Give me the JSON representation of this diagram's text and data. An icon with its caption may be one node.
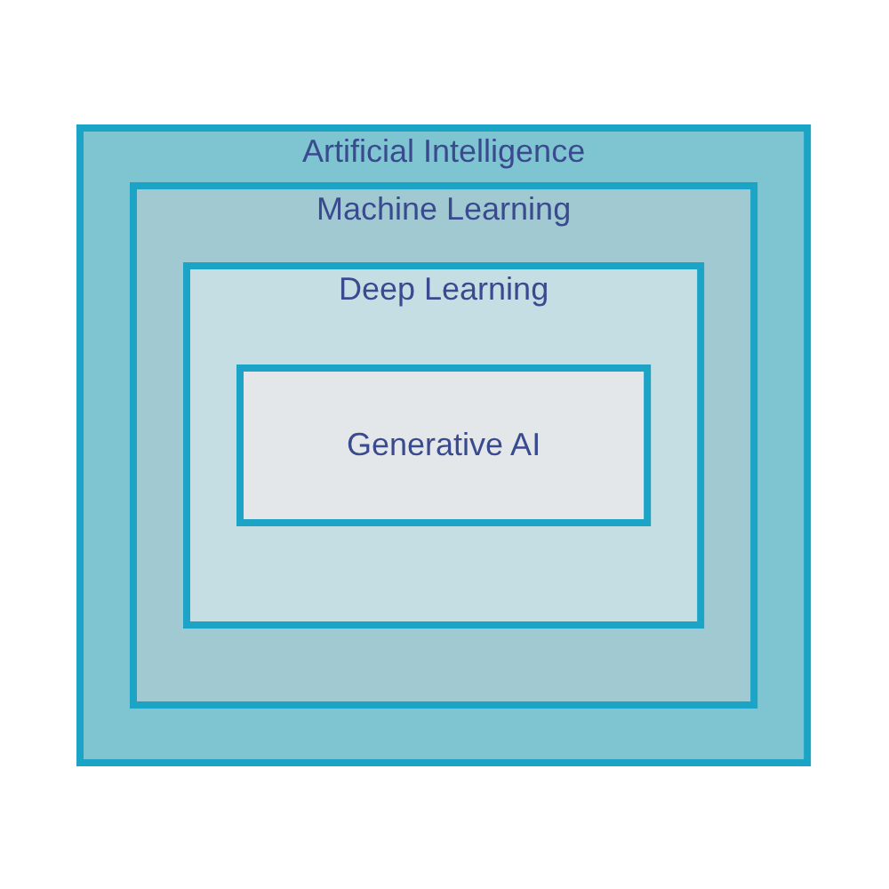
{
  "diagram": {
    "nodes": [
      {
        "text": [
          "Artificial Intelligence"
        ]
      },
      {
        "text": [
          "Machine Learning"
        ],
        "in": 0
      },
      {
        "text": [
          "Deep Learning"
        ],
        "in": 1
      },
      {
        "text": [
          "Generative AI"
        ],
        "in": 2
      }
    ],
    "edges": []
  }
}
